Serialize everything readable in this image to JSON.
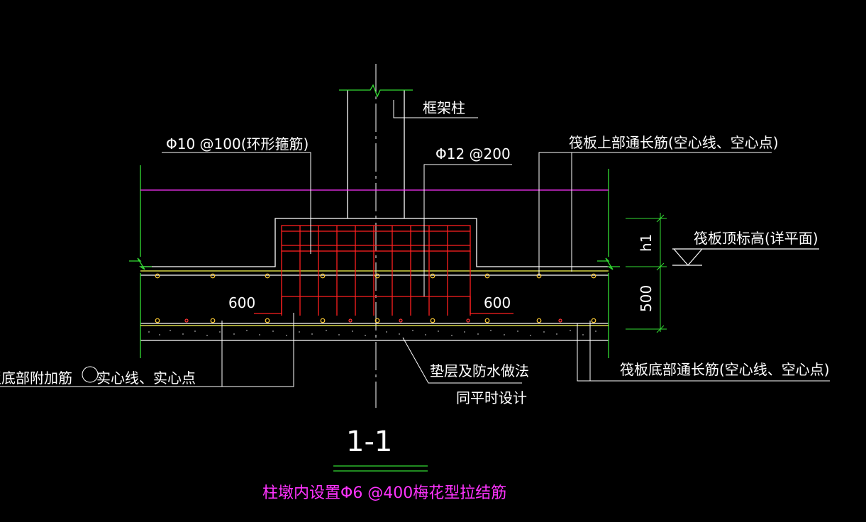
{
  "labels": {
    "column": "框架柱",
    "stirrup": "Φ10 @100(环形箍筋)",
    "rebar_spacing": "Φ12 @200",
    "top_rebar": "筏板上部通长筋(空心线、空心点)",
    "top_elevation": "筏板顶标高(详平面)",
    "h1": "h1",
    "dim_left": "600",
    "dim_right": "600",
    "thickness": "500",
    "bottom_extra_rebar": "板底部附加筋",
    "solid_note": "实心线、实心点",
    "cushion_line1": "垫层及防水做法",
    "cushion_line2": "同平时设计",
    "bottom_rebar": "筏板底部通长筋(空心线、空心点)",
    "section_title": "1-1",
    "pier_note": "柱墩内设置Φ6 @400梅花型拉结筋"
  },
  "colors": {
    "background": "#000000",
    "outline": "#ffffff",
    "rebar": "#ff2020",
    "elevation_line": "#ff33ff",
    "boundary": "#33dd33",
    "top_bar": "#ffff55"
  }
}
